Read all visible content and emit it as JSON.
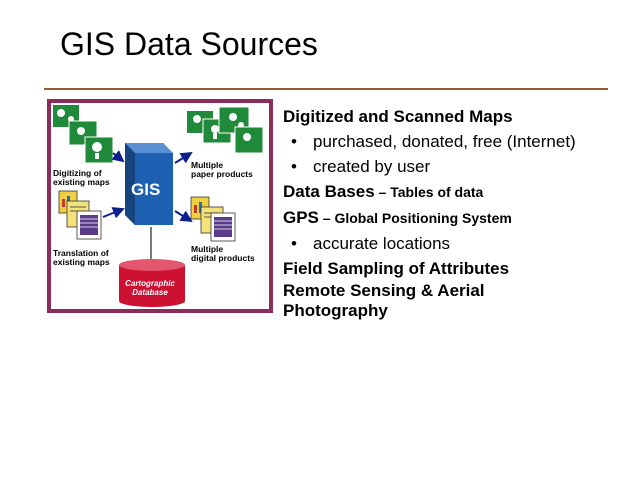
{
  "slide": {
    "title": "GIS Data Sources"
  },
  "diagram": {
    "labels": {
      "digitizing": "Digitizing of\nexisting maps",
      "translation": "Translation of\nexisting maps",
      "paper_products": "Multiple\npaper products",
      "digital_products": "Multiple\ndigital products",
      "gis": "GIS",
      "database": "Cartographic\nDatabase"
    },
    "colors": {
      "frame": "#8b2d5a",
      "gis_box": "#1d5fb0",
      "database": "#cc1133",
      "map_green": "#1f8a3a",
      "arrow": "#0a1f8c"
    }
  },
  "content": {
    "items": [
      {
        "label": "Digitized and Scanned Maps",
        "suffix": ""
      },
      {
        "label": "Data Bases",
        "suffix": " – Tables of data"
      },
      {
        "label": "GPS",
        "suffix": " – Global Positioning System"
      },
      {
        "label": "Field Sampling of Attributes",
        "suffix": ""
      },
      {
        "label": "Remote Sensing & Aerial Photography",
        "suffix": ""
      }
    ],
    "subs": [
      "purchased, donated, free (Internet)",
      "created by user",
      "accurate locations"
    ],
    "bullet": "•"
  }
}
